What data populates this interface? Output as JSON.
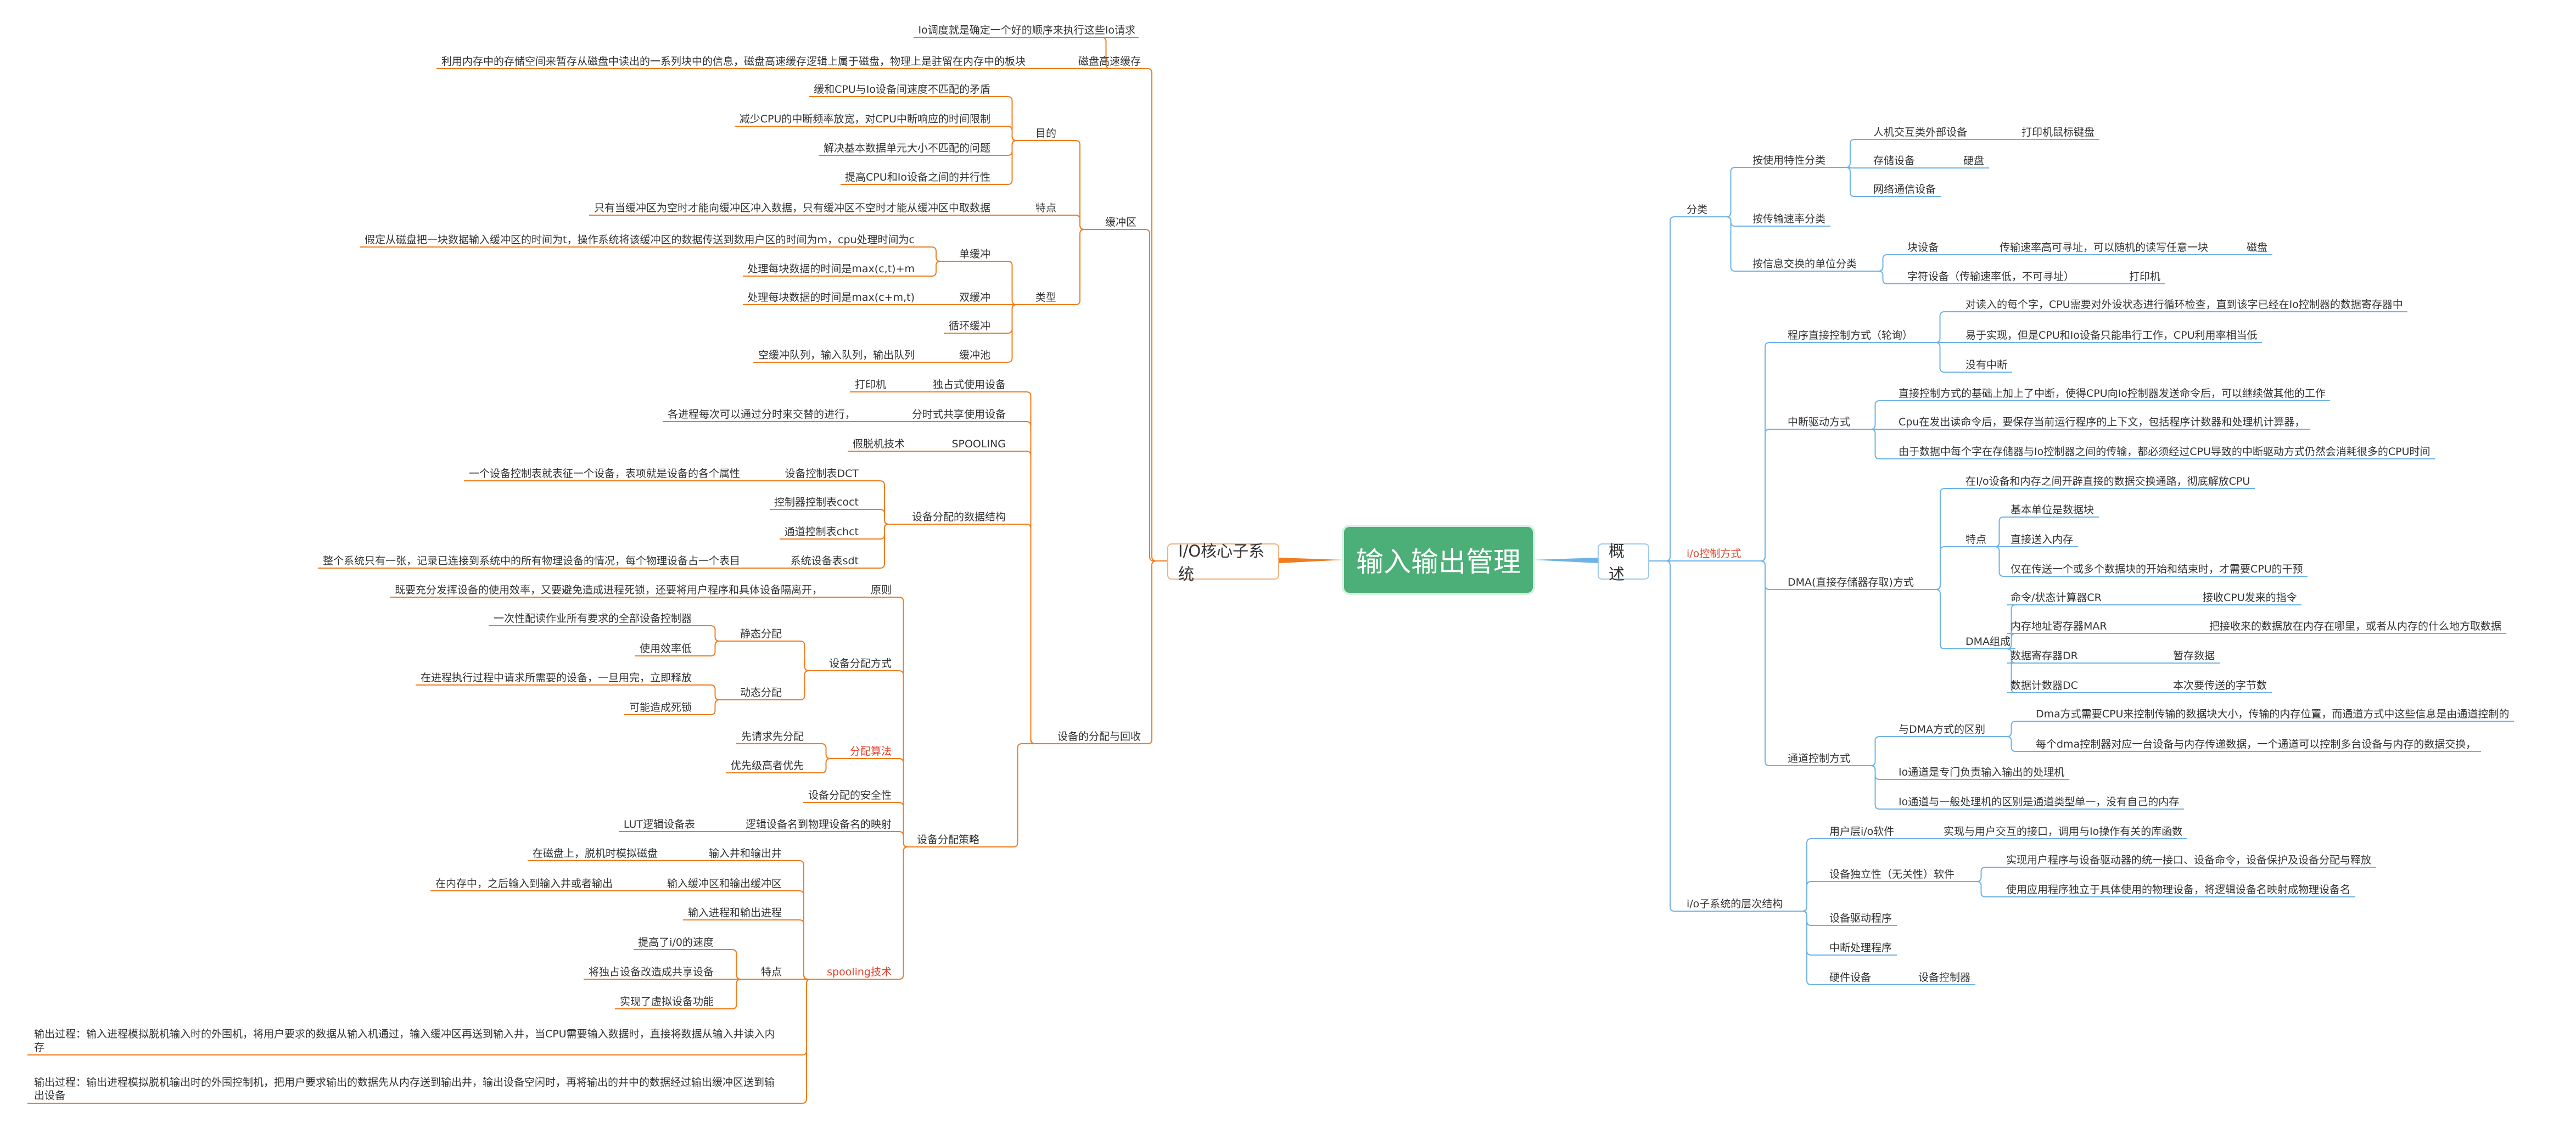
{
  "root": {
    "text": "输入输出管理"
  },
  "left_main": {
    "text": "I/O核心子系统"
  },
  "right_main": {
    "text": "概述"
  },
  "colors": {
    "left": "#f07c1e",
    "right": "#6eb3e6",
    "root": "#4caf78",
    "highlight": "#e0402a"
  },
  "left_nodes": [
    {
      "id": "buf_cache",
      "text": "磁盘高速缓存"
    },
    {
      "id": "buf_cache_a",
      "text": "Io调度就是确定一个好的顺序来执行这些Io请求"
    },
    {
      "id": "buf_cache_b",
      "text": "利用内存中的存储空间来暂存从磁盘中读出的一系列块中的信息，磁盘高速缓存逻辑上属于磁盘，物理上是驻留在内存中的板块"
    },
    {
      "id": "buffer",
      "text": "缓冲区"
    },
    {
      "id": "purpose",
      "text": "目的"
    },
    {
      "id": "p1",
      "text": "缓和CPU与Io设备间速度不匹配的矛盾"
    },
    {
      "id": "p2",
      "text": "减少CPU的中断频率放宽，对CPU中断响应的时间限制"
    },
    {
      "id": "p3",
      "text": "解决基本数据单元大小不匹配的问题"
    },
    {
      "id": "p4",
      "text": "提高CPU和Io设备之间的并行性"
    },
    {
      "id": "feature",
      "text": "特点"
    },
    {
      "id": "f1",
      "text": "只有当缓冲区为空时才能向缓冲区冲入数据，只有缓冲区不空时才能从缓冲区中取数据"
    },
    {
      "id": "types",
      "text": "类型"
    },
    {
      "id": "single",
      "text": "单缓冲"
    },
    {
      "id": "single_a",
      "text": "假定从磁盘把一块数据输入缓冲区的时间为t，操作系统将该缓冲区的数据传送到数用户区的时间为m，cpu处理时间为c"
    },
    {
      "id": "single_b",
      "text": "处理每块数据的时间是max(c,t)+m"
    },
    {
      "id": "double",
      "text": "双缓冲"
    },
    {
      "id": "double_a",
      "text": "处理每块数据的时间是max(c+m,t)"
    },
    {
      "id": "cycle",
      "text": "循环缓冲"
    },
    {
      "id": "pool",
      "text": "缓冲池"
    },
    {
      "id": "pool_a",
      "text": "空缓冲队列，输入队列，输出队列"
    },
    {
      "id": "alloc",
      "text": "设备的分配与回收"
    },
    {
      "id": "exclusive",
      "text": "独占式使用设备"
    },
    {
      "id": "exclusive_a",
      "text": "打印机"
    },
    {
      "id": "timeshare",
      "text": "分时式共享使用设备"
    },
    {
      "id": "timeshare_a",
      "text": "各进程每次可以通过分时来交替的进行，"
    },
    {
      "id": "spooling_top",
      "text": "SPOOLING"
    },
    {
      "id": "spooling_top_a",
      "text": "假脱机技术"
    },
    {
      "id": "ds",
      "text": "设备分配的数据结构"
    },
    {
      "id": "dct",
      "text": "设备控制表DCT"
    },
    {
      "id": "dct_a",
      "text": "一个设备控制表就表征一个设备，表项就是设备的各个属性"
    },
    {
      "id": "coct",
      "text": "控制器控制表coct"
    },
    {
      "id": "chct",
      "text": "通道控制表chct"
    },
    {
      "id": "sdt",
      "text": "系统设备表sdt"
    },
    {
      "id": "sdt_a",
      "text": "整个系统只有一张，记录已连接到系统中的所有物理设备的情况，每个物理设备占一个表目"
    },
    {
      "id": "principle",
      "text": "原则"
    },
    {
      "id": "principle_a",
      "text": "既要充分发挥设备的使用效率，又要避免造成进程死锁，还要将用户程序和具体设备隔离开，"
    },
    {
      "id": "strategy",
      "text": "设备分配策略"
    },
    {
      "id": "method",
      "text": "设备分配方式"
    },
    {
      "id": "static",
      "text": "静态分配"
    },
    {
      "id": "static_a",
      "text": "一次性配读作业所有要求的全部设备控制器"
    },
    {
      "id": "static_b",
      "text": "使用效率低"
    },
    {
      "id": "dynamic",
      "text": "动态分配"
    },
    {
      "id": "dynamic_a",
      "text": "在进程执行过程中请求所需要的设备，一旦用完，立即释放"
    },
    {
      "id": "dynamic_b",
      "text": "可能造成死锁"
    },
    {
      "id": "algo",
      "text": "分配算法",
      "hl": true
    },
    {
      "id": "fcfs",
      "text": "先请求先分配"
    },
    {
      "id": "prio",
      "text": "优先级高者优先"
    },
    {
      "id": "safety",
      "text": "设备分配的安全性"
    },
    {
      "id": "mapping",
      "text": "逻辑设备名到物理设备名的映射"
    },
    {
      "id": "lut",
      "text": "LUT逻辑设备表"
    },
    {
      "id": "spool",
      "text": "spooling技术",
      "hl": true
    },
    {
      "id": "well",
      "text": "输入井和输出井"
    },
    {
      "id": "well_a",
      "text": "在磁盘上，脱机时模拟磁盘"
    },
    {
      "id": "bufzone",
      "text": "输入缓冲区和输出缓冲区"
    },
    {
      "id": "bufzone_a",
      "text": "在内存中，之后输入到输入井或者输出"
    },
    {
      "id": "proc",
      "text": "输入进程和输出进程"
    },
    {
      "id": "sp_feat",
      "text": "特点"
    },
    {
      "id": "sp_f1",
      "text": "提高了i/0的速度"
    },
    {
      "id": "sp_f2",
      "text": "将独占设备改造成共享设备"
    },
    {
      "id": "sp_f3",
      "text": "实现了虚拟设备功能"
    },
    {
      "id": "in_proc",
      "text": "输出过程：输入进程模拟脱机输入时的外围机，将用户要求的数据从输入机通过，输入缓冲区再送到输入井，当CPU需要输入数据时，直接将数据从输入井读入内存"
    },
    {
      "id": "out_proc",
      "text": "输出过程：输出进程模拟脱机输出时的外围控制机，把用户要求输出的数据先从内存送到输出井，输出设备空闲时，再将输出的井中的数据经过输出缓冲区送到输出设备"
    }
  ],
  "right_nodes": [
    {
      "id": "cls",
      "text": "分类"
    },
    {
      "id": "by_use",
      "text": "按使用特性分类"
    },
    {
      "id": "hci",
      "text": "人机交互类外部设备"
    },
    {
      "id": "hci_a",
      "text": "打印机鼠标键盘"
    },
    {
      "id": "storage",
      "text": "存储设备"
    },
    {
      "id": "storage_a",
      "text": "硬盘"
    },
    {
      "id": "netdev",
      "text": "网络通信设备"
    },
    {
      "id": "by_rate",
      "text": "按传输速率分类"
    },
    {
      "id": "by_unit",
      "text": "按信息交换的单位分类"
    },
    {
      "id": "block",
      "text": "块设备"
    },
    {
      "id": "block_a",
      "text": "传输速率高可寻址，可以随机的读写任意一块"
    },
    {
      "id": "block_b",
      "text": "磁盘"
    },
    {
      "id": "char",
      "text": "字符设备（传输速率低，不可寻址）"
    },
    {
      "id": "char_a",
      "text": "打印机"
    },
    {
      "id": "ioctl",
      "text": "i/o控制方式",
      "hl": true
    },
    {
      "id": "poll",
      "text": "程序直接控制方式（轮询）"
    },
    {
      "id": "poll_a",
      "text": "对读入的每个字，CPU需要对外设状态进行循环检查，直到该字已经在Io控制器的数据寄存器中"
    },
    {
      "id": "poll_b",
      "text": "易于实现，但是CPU和Io设备只能串行工作，CPU利用率相当低"
    },
    {
      "id": "poll_c",
      "text": "没有中断"
    },
    {
      "id": "intr",
      "text": "中断驱动方式"
    },
    {
      "id": "intr_a",
      "text": "直接控制方式的基础上加上了中断，使得CPU向Io控制器发送命令后，可以继续做其他的工作"
    },
    {
      "id": "intr_b",
      "text": "Cpu在发出读命令后，要保存当前运行程序的上下文，包括程序计数器和处理机计算器，"
    },
    {
      "id": "intr_c",
      "text": "由于数据中每个字在存储器与Io控制器之间的传输，都必须经过CPU导致的中断驱动方式仍然会消耗很多的CPU时间"
    },
    {
      "id": "dma",
      "text": "DMA(直接存储器存取)方式"
    },
    {
      "id": "dma_a",
      "text": "在I/o设备和内存之间开辟直接的数据交换通路，彻底解放CPU"
    },
    {
      "id": "dma_feat",
      "text": "特点"
    },
    {
      "id": "dma_f1",
      "text": "基本单位是数据块"
    },
    {
      "id": "dma_f2",
      "text": "直接送入内存"
    },
    {
      "id": "dma_f3",
      "text": "仅在传送一个或多个数据块的开始和结束时，才需要CPU的干预"
    },
    {
      "id": "dma_comp",
      "text": "DMA组成"
    },
    {
      "id": "cr",
      "text": "命令/状态计算器CR"
    },
    {
      "id": "cr_a",
      "text": "接收CPU发来的指令"
    },
    {
      "id": "mar",
      "text": "内存地址寄存器MAR"
    },
    {
      "id": "mar_a",
      "text": "把接收来的数据放在内存在哪里，或者从内存的什么地方取数据"
    },
    {
      "id": "dr",
      "text": "数据寄存器DR"
    },
    {
      "id": "dr_a",
      "text": "暂存数据"
    },
    {
      "id": "dc",
      "text": "数据计数器DC"
    },
    {
      "id": "dc_a",
      "text": "本次要传送的字节数"
    },
    {
      "id": "chan",
      "text": "通道控制方式"
    },
    {
      "id": "chan_diff",
      "text": "与DMA方式的区别"
    },
    {
      "id": "chan_diff_a",
      "text": "Dma方式需要CPU来控制传输的数据块大小，传输的内存位置，而通道方式中这些信息是由通道控制的"
    },
    {
      "id": "chan_diff_b",
      "text": "每个dma控制器对应一台设备与内存传递数据，一个通道可以控制多台设备与内存的数据交换，"
    },
    {
      "id": "chan_b",
      "text": "Io通道是专门负责输入输出的处理机"
    },
    {
      "id": "chan_c",
      "text": "Io通道与一般处理机的区别是通道类型单一，没有自己的内存"
    },
    {
      "id": "layers",
      "text": "i/o子系统的层次结构"
    },
    {
      "id": "user",
      "text": "用户层i/o软件"
    },
    {
      "id": "user_a",
      "text": "实现与用户交互的接口，调用与Io操作有关的库函数"
    },
    {
      "id": "indep",
      "text": "设备独立性（无关性）软件"
    },
    {
      "id": "indep_a",
      "text": "实现用户程序与设备驱动器的统一接口、设备命令，设备保护及设备分配与释放"
    },
    {
      "id": "indep_b",
      "text": "使用应用程序独立于具体使用的物理设备，将逻辑设备名映射成物理设备名"
    },
    {
      "id": "driver",
      "text": "设备驱动程序"
    },
    {
      "id": "isr",
      "text": "中断处理程序"
    },
    {
      "id": "hw",
      "text": "硬件设备"
    },
    {
      "id": "hw_a",
      "text": "设备控制器"
    }
  ]
}
